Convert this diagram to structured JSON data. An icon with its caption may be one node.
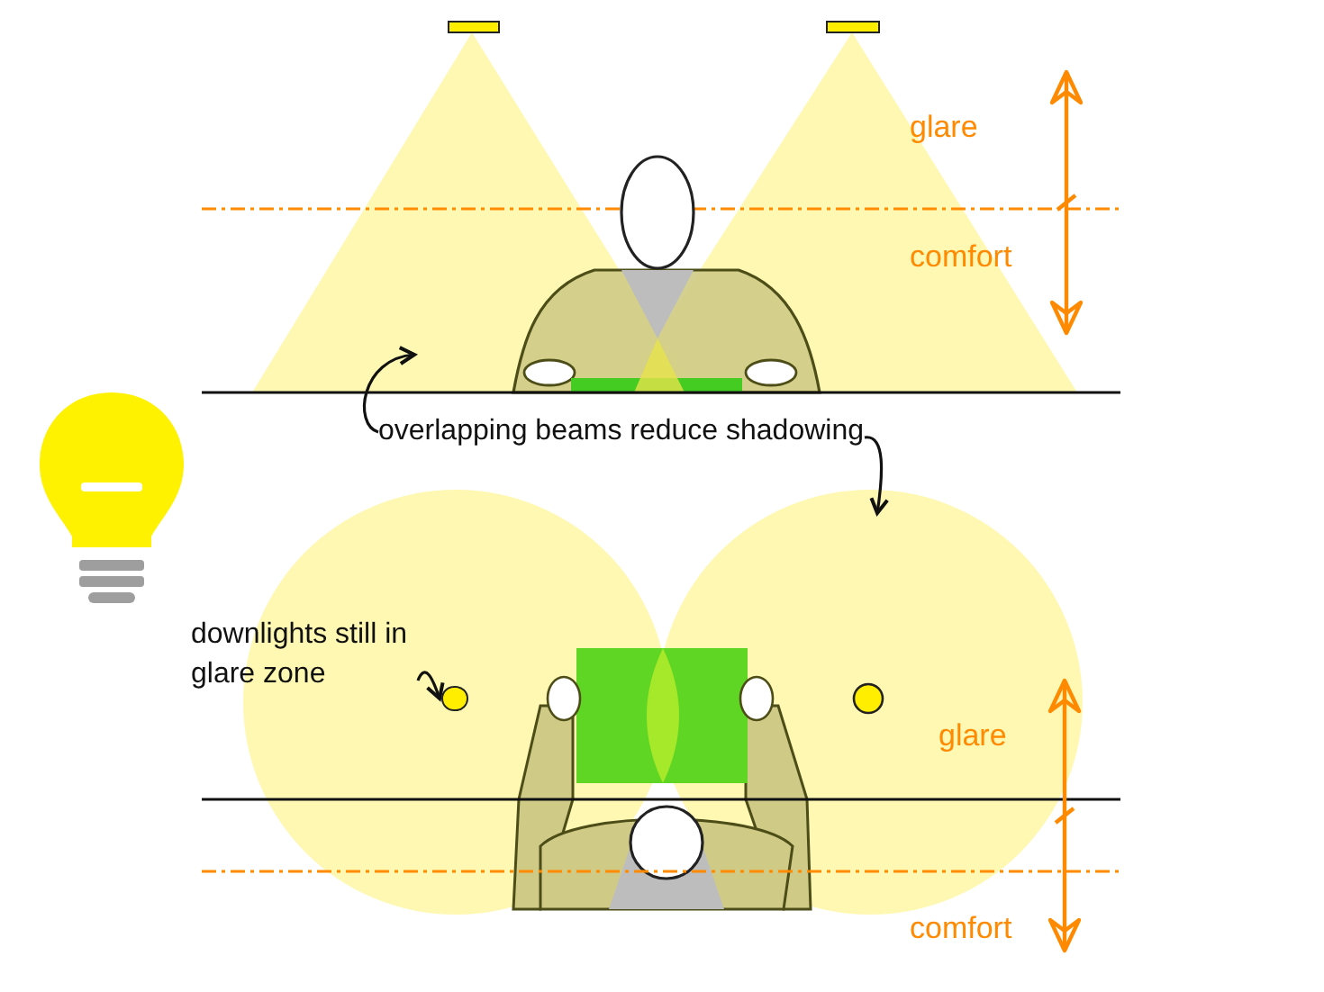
{
  "diagram": {
    "nodes": [
      {
        "text": [
          "overlapping beams reduce shadowing"
        ]
      },
      {
        "text": [
          "downlights still in glare zone"
        ]
      },
      {
        "text": [],
        "shape": "circle"
      }
    ],
    "edges": [
      {
        "from": 0,
        "to": null,
        "arrow": "to"
      },
      {
        "from": 0,
        "to": null,
        "arrow": "to"
      },
      {
        "from": 1,
        "to": 2,
        "arrow": "to"
      }
    ],
    "labels": [
      "glare",
      "comfort",
      "glare",
      "comfort"
    ]
  }
}
